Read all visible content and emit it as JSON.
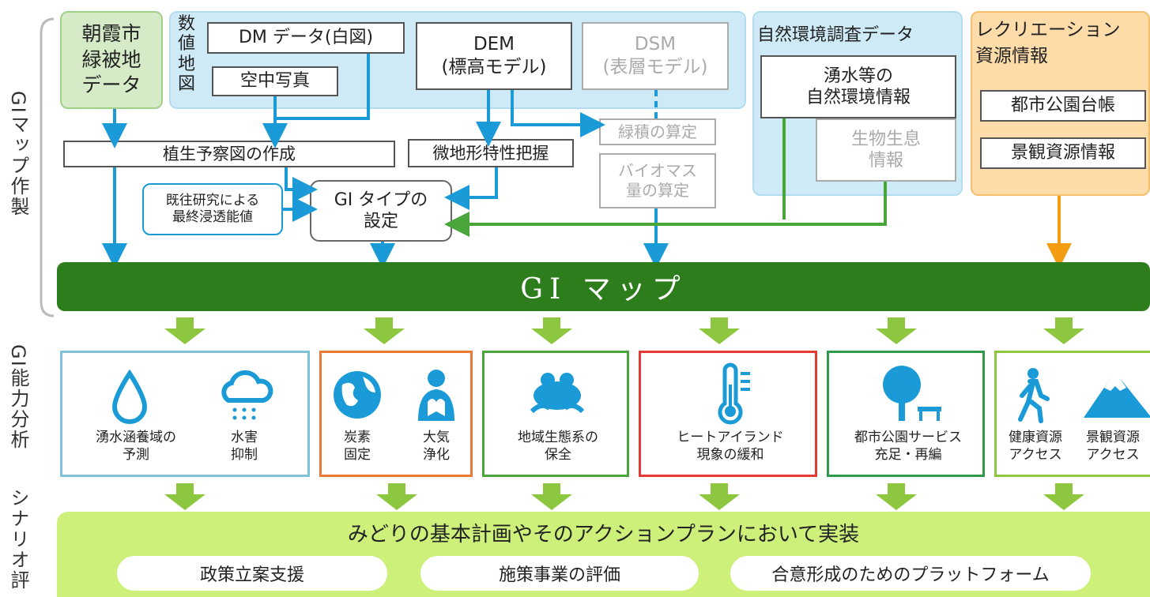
{
  "side_labels": {
    "gi_map_creation": "GIマップ作製",
    "gi_capacity_analysis": "GI能力分析",
    "scenario_eval": "シナリオ評"
  },
  "sources": {
    "asaka_green": "朝霞市\n緑被地\nデータ",
    "numeric_map": "数値地図",
    "dm_data": "DM データ(白図)",
    "aerial_photo": "空中写真",
    "dem": "DEM\n(標高モデル)",
    "dsm": "DSM\n(表層モデル)",
    "natural_env_title": "自然環境調査データ",
    "spring_water": "湧水等の\n自然環境情報",
    "biology": "生物生息\n情報",
    "recreation_title": "レクリエーション\n資源情報",
    "park_ledger": "都市公園台帳",
    "landscape_info": "景観資源情報"
  },
  "process": {
    "vegetation_map": "植生予察図の作成",
    "micro_terrain": "微地形特性把握",
    "green_volume": "緑積の算定",
    "biomass": "バイオマス\n量の算定",
    "prior_research": "既往研究による\n最終浸透能値",
    "gi_type": "GI タイプの\n設定"
  },
  "gi_map_label": "GI マップ",
  "scenarios": [
    {
      "labels": [
        "湧水涵養域の\n予測",
        "水害\n抑制"
      ],
      "icons": [
        "water-drop-icon",
        "rain-cloud-icon"
      ]
    },
    {
      "labels": [
        "炭素\n固定",
        "大気\n浄化"
      ],
      "icons": [
        "globe-icon",
        "lungs-icon"
      ]
    },
    {
      "labels": [
        "地域生態系の\n保全"
      ],
      "icons": [
        "frog-icon"
      ]
    },
    {
      "labels": [
        "ヒートアイランド\n現象の緩和"
      ],
      "icons": [
        "thermometer-icon"
      ]
    },
    {
      "labels": [
        "都市公園サービス\n充足・再編"
      ],
      "icons": [
        "tree-bench-icon"
      ]
    },
    {
      "labels": [
        "健康資源\nアクセス",
        "景観資源\nアクセス"
      ],
      "icons": [
        "walking-person-icon",
        "mountain-icon"
      ]
    }
  ],
  "implementation": {
    "title": "みどりの基本計画やそのアクションプランにおいて実装",
    "pills": [
      "政策立案支援",
      "施策事業の評価",
      "合意形成のためのプラットフォーム"
    ]
  },
  "colors": {
    "blue_arrow": "#1a9bd7",
    "green_arrow": "#4aa63a",
    "orange_arrow": "#f39c12",
    "gi_bar": "#2e7d1c",
    "light_green": "#ccf07a"
  }
}
